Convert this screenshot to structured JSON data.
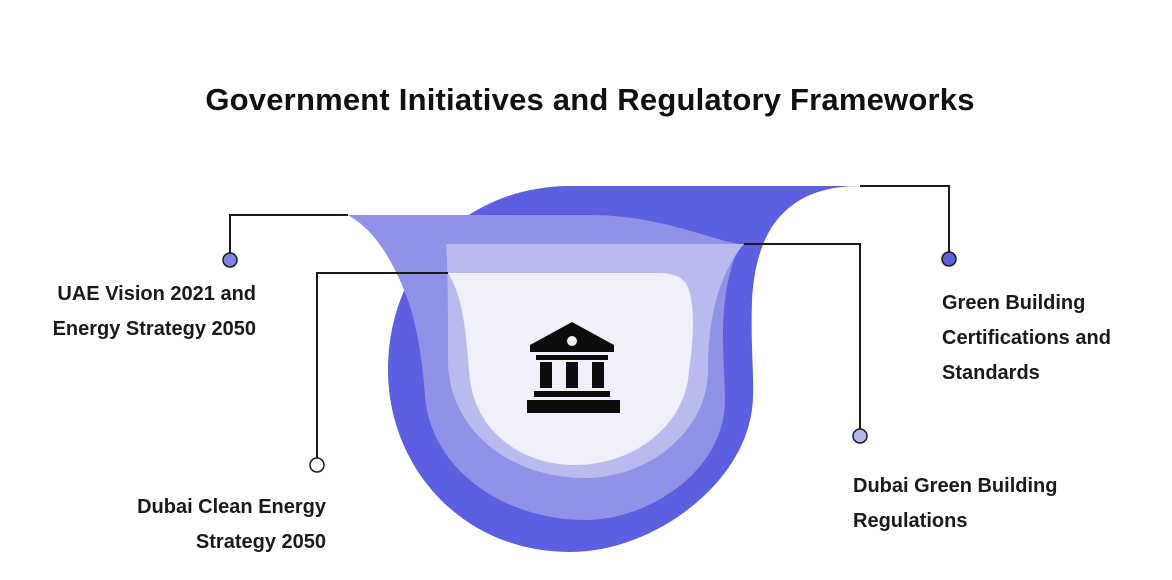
{
  "title": "Government Initiatives and Regulatory Frameworks",
  "labels": {
    "uae_vision": [
      "UAE Vision 2021 and",
      "Energy Strategy 2050"
    ],
    "dubai_clean": [
      "Dubai Clean Energy",
      "Strategy 2050"
    ],
    "green_building": [
      "Green Building",
      "Certifications and",
      "Standards"
    ],
    "dubai_green": [
      "Dubai Green Building",
      "Regulations"
    ]
  },
  "icon": "government-building-icon",
  "colors": {
    "layer1": "#5b5fe0",
    "layer2": "#8f92e6",
    "layer3": "#b9bbef",
    "layer4": "#f0f0fb",
    "dot_dark": "#7f83e4",
    "dot_mid": "#b4b6ee",
    "dot_light": "#ffffff",
    "line": "#1a1a1a",
    "text": "#1a1a1a"
  }
}
